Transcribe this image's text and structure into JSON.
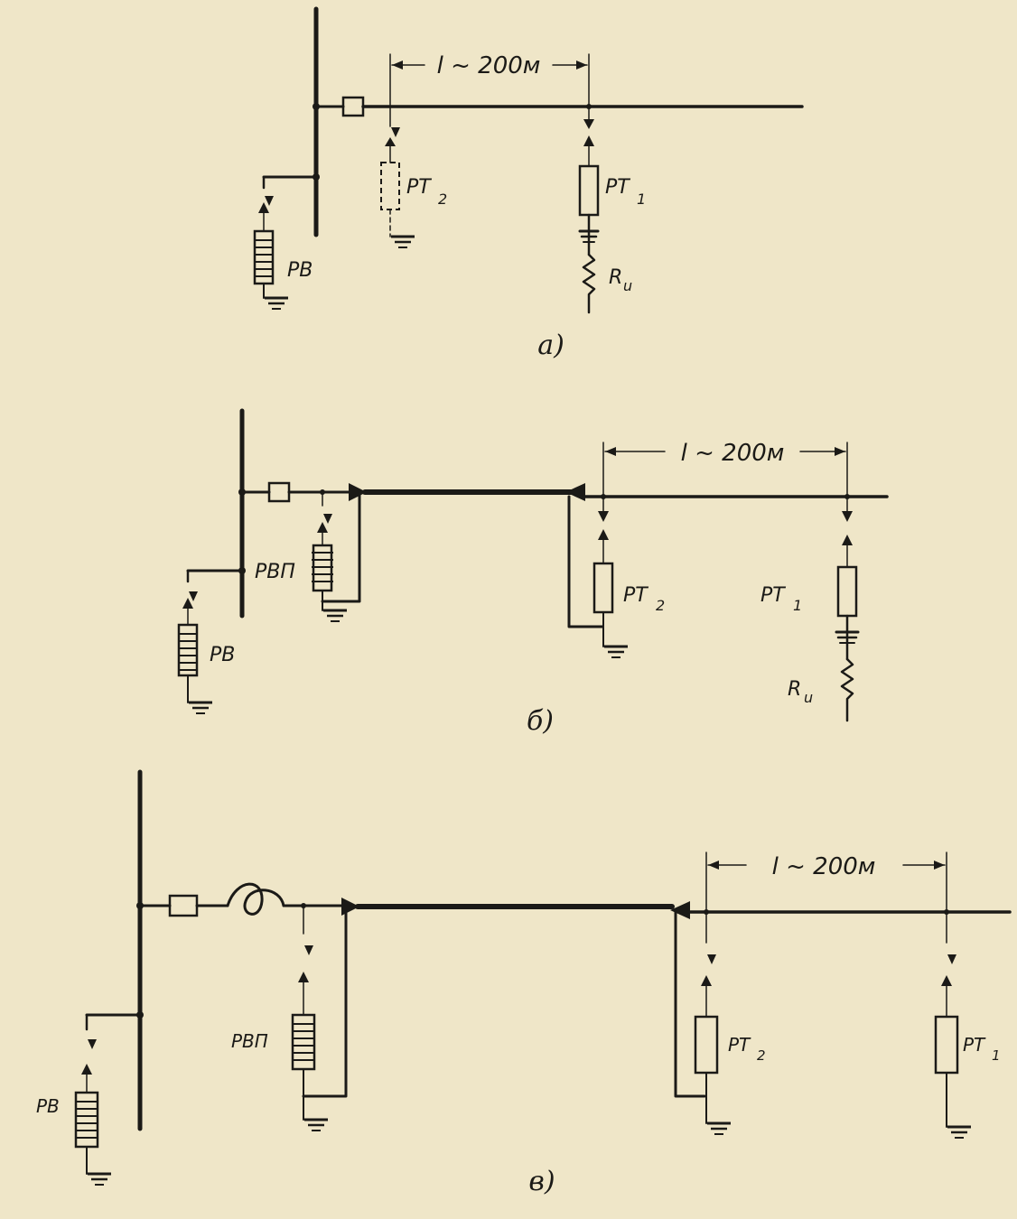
{
  "colors": {
    "paper": "#efe6c8",
    "ink": "#1b1a17"
  },
  "diagrams": [
    {
      "caption": "а)",
      "distance_label": "l ~ 200м",
      "labels": {
        "pt2": "PT",
        "pt2_sub": "2",
        "pt1": "PT",
        "pt1_sub": "1",
        "rv": "PB",
        "ru": "R",
        "ru_sub": "u"
      }
    },
    {
      "caption": "б)",
      "distance_label": "l ~ 200м",
      "labels": {
        "rvp": "PBП",
        "pt2": "PT",
        "pt2_sub": "2",
        "pt1": "PT",
        "pt1_sub": "1",
        "rv": "PB",
        "ru": "R",
        "ru_sub": "u"
      }
    },
    {
      "caption": "в)",
      "distance_label": "l ~ 200м",
      "labels": {
        "rvp": "PBП",
        "pt2": "PT",
        "pt2_sub": "2",
        "pt1": "PT",
        "pt1_sub": "1",
        "rv": "PB"
      }
    }
  ]
}
